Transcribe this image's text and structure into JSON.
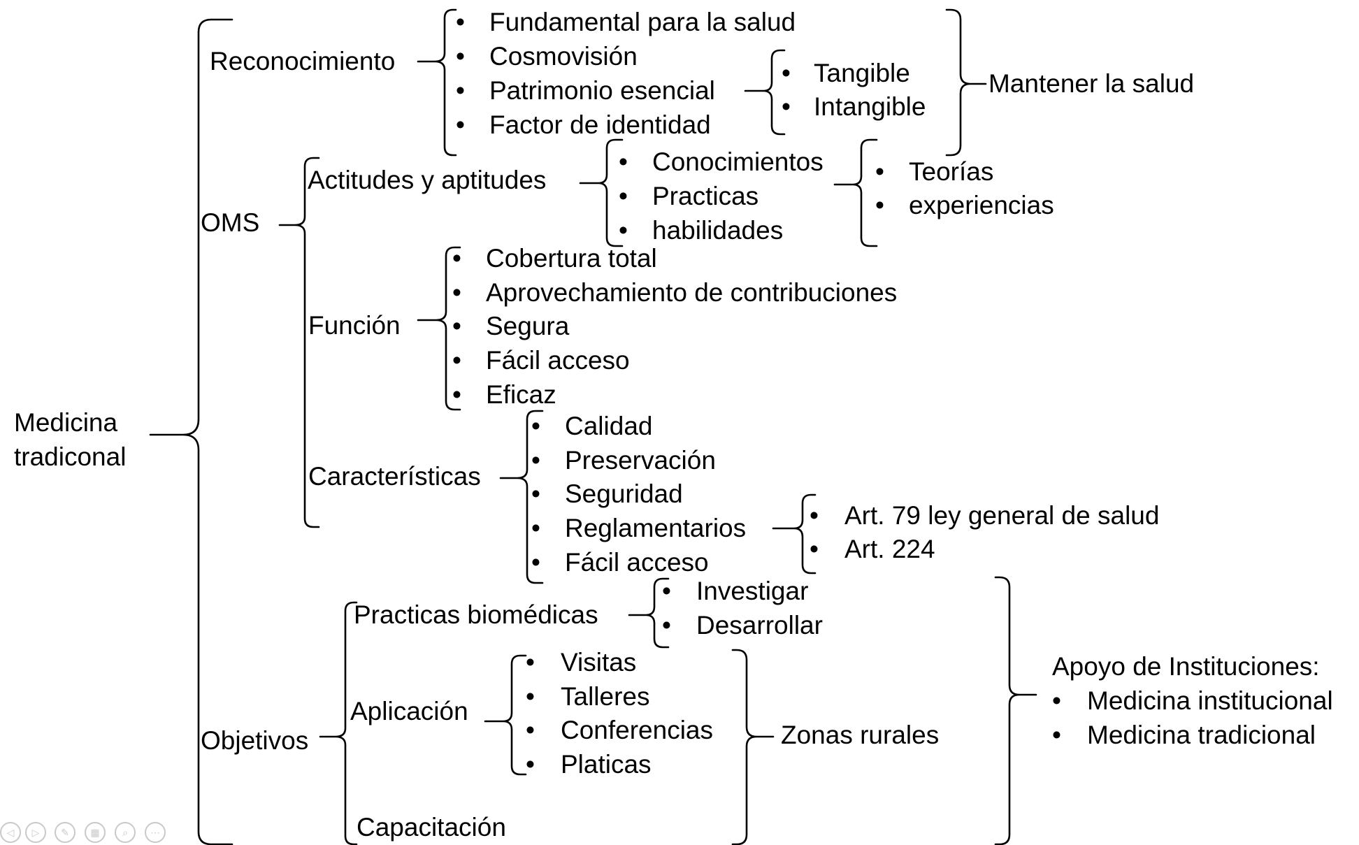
{
  "root": {
    "line1": "Medicina",
    "line2": "tradiconal"
  },
  "reconocimiento": {
    "label": "Reconocimiento",
    "items": [
      "Fundamental para la salud",
      "Cosmovisión",
      "Patrimonio esencial",
      "Factor de identidad"
    ],
    "patrimonio_items": [
      "Tangible",
      "Intangible"
    ],
    "result": "Mantener la salud"
  },
  "oms": {
    "label": "OMS",
    "actitudes": {
      "label": "Actitudes y aptitudes",
      "items": [
        "Conocimientos",
        "Practicas",
        "habilidades"
      ],
      "sub_items": [
        "Teorías",
        "experiencias"
      ]
    },
    "funcion": {
      "label": "Función",
      "items": [
        "Cobertura total",
        "Aprovechamiento de contribuciones",
        "Segura",
        "Fácil acceso",
        "Eficaz"
      ]
    },
    "caracteristicas": {
      "label": "Características",
      "items": [
        "Calidad",
        "Preservación",
        "Seguridad",
        "Reglamentarios",
        "Fácil acceso"
      ],
      "reglamentarios_items": [
        "Art. 79 ley general de salud",
        "Art. 224"
      ]
    }
  },
  "objetivos": {
    "label": "Objetivos",
    "practicas": {
      "label": "Practicas biomédicas",
      "items": [
        "Investigar",
        "Desarrollar"
      ]
    },
    "aplicacion": {
      "label": "Aplicación",
      "items": [
        "Visitas",
        "Talleres",
        "Conferencias",
        "Platicas"
      ]
    },
    "capacitacion": {
      "label": "Capacitación"
    },
    "zonas": "Zonas rurales",
    "apoyo": {
      "title": "Apoyo de Instituciones:",
      "items": [
        "Medicina institucional",
        "Medicina tradicional"
      ]
    }
  },
  "bullet": "•",
  "controls": [
    "prev-icon",
    "play-icon",
    "pen-icon",
    "grid-icon",
    "zoom-icon",
    "more-icon"
  ]
}
